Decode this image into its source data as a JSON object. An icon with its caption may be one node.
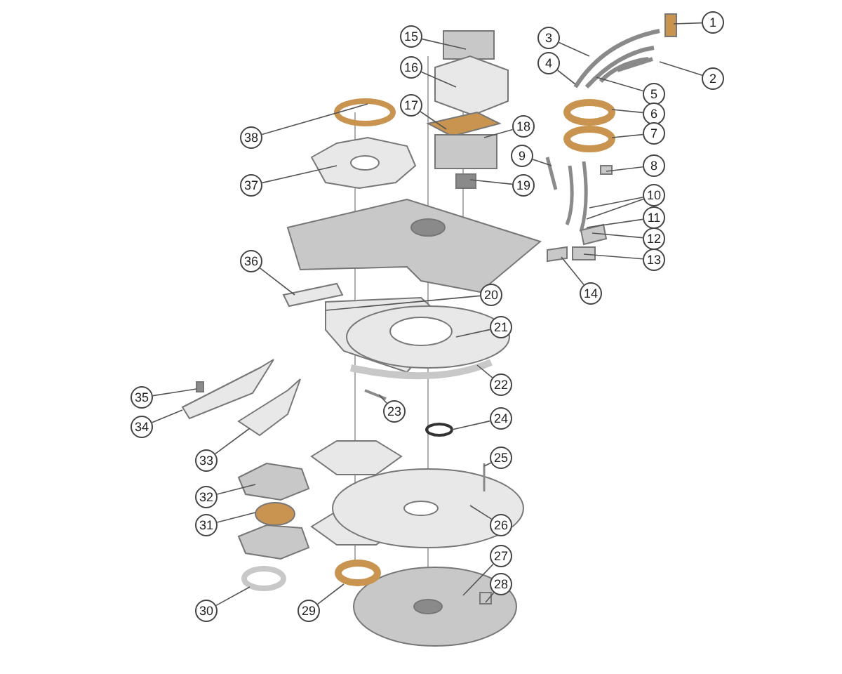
{
  "diagram": {
    "nodes": [
      {
        "text": [
          "1"
        ]
      },
      {
        "text": [
          "2"
        ]
      },
      {
        "text": [
          "3"
        ]
      },
      {
        "text": [
          "4"
        ]
      },
      {
        "text": [
          "5"
        ]
      },
      {
        "text": [
          "6"
        ]
      },
      {
        "text": [
          "7"
        ]
      },
      {
        "text": [
          "8"
        ]
      },
      {
        "text": [
          "9"
        ]
      },
      {
        "text": [
          "10"
        ]
      },
      {
        "text": [
          "11"
        ]
      },
      {
        "text": [
          "12"
        ]
      },
      {
        "text": [
          "13"
        ]
      },
      {
        "text": [
          "14"
        ]
      },
      {
        "text": [
          "15"
        ]
      },
      {
        "text": [
          "16"
        ]
      },
      {
        "text": [
          "17"
        ]
      },
      {
        "text": [
          "18"
        ]
      },
      {
        "text": [
          "19"
        ]
      },
      {
        "text": [
          "20"
        ]
      },
      {
        "text": [
          "21"
        ]
      },
      {
        "text": [
          "22"
        ]
      },
      {
        "text": [
          "23"
        ]
      },
      {
        "text": [
          "24"
        ]
      },
      {
        "text": [
          "25"
        ]
      },
      {
        "text": [
          "26"
        ]
      },
      {
        "text": [
          "27"
        ]
      },
      {
        "text": [
          "28"
        ]
      },
      {
        "text": [
          "29"
        ]
      },
      {
        "text": [
          "30"
        ]
      },
      {
        "text": [
          "31"
        ]
      },
      {
        "text": [
          "32"
        ]
      },
      {
        "text": [
          "33"
        ]
      },
      {
        "text": [
          "34"
        ]
      },
      {
        "text": [
          "35"
        ]
      },
      {
        "text": [
          "36"
        ]
      },
      {
        "text": [
          "37"
        ]
      },
      {
        "text": [
          "38"
        ]
      }
    ],
    "edges": [
      {
        "from": 0,
        "to": null,
        "arrow": "none"
      },
      {
        "from": 1,
        "to": null,
        "arrow": "none"
      },
      {
        "from": 2,
        "to": null,
        "arrow": "none"
      },
      {
        "from": 3,
        "to": null,
        "arrow": "none"
      },
      {
        "from": 4,
        "to": null,
        "arrow": "none"
      },
      {
        "from": 5,
        "to": null,
        "arrow": "none"
      },
      {
        "from": 6,
        "to": null,
        "arrow": "none"
      },
      {
        "from": 7,
        "to": null,
        "arrow": "none"
      },
      {
        "from": 8,
        "to": null,
        "arrow": "none"
      },
      {
        "from": 9,
        "to": null,
        "arrow": "none"
      },
      {
        "from": 9,
        "to": null,
        "arrow": "none"
      },
      {
        "from": 10,
        "to": null,
        "arrow": "none"
      },
      {
        "from": 11,
        "to": null,
        "arrow": "none"
      },
      {
        "from": 12,
        "to": null,
        "arrow": "none"
      },
      {
        "from": 13,
        "to": null,
        "arrow": "none"
      },
      {
        "from": 14,
        "to": null,
        "arrow": "none"
      },
      {
        "from": 15,
        "to": null,
        "arrow": "none"
      },
      {
        "from": 16,
        "to": null,
        "arrow": "none"
      },
      {
        "from": 17,
        "to": null,
        "arrow": "none"
      },
      {
        "from": 18,
        "to": null,
        "arrow": "none"
      },
      {
        "from": 19,
        "to": null,
        "arrow": "none"
      },
      {
        "from": 20,
        "to": null,
        "arrow": "none"
      },
      {
        "from": 21,
        "to": null,
        "arrow": "none"
      },
      {
        "from": 22,
        "to": null,
        "arrow": "none"
      },
      {
        "from": 23,
        "to": null,
        "arrow": "none"
      },
      {
        "from": 24,
        "to": null,
        "arrow": "none"
      },
      {
        "from": 25,
        "to": null,
        "arrow": "none"
      },
      {
        "from": 26,
        "to": null,
        "arrow": "none"
      },
      {
        "from": 27,
        "to": null,
        "arrow": "none"
      },
      {
        "from": 28,
        "to": null,
        "arrow": "none"
      },
      {
        "from": 29,
        "to": null,
        "arrow": "none"
      },
      {
        "from": 30,
        "to": null,
        "arrow": "none"
      },
      {
        "from": 31,
        "to": null,
        "arrow": "none"
      },
      {
        "from": 32,
        "to": null,
        "arrow": "none"
      },
      {
        "from": 33,
        "to": null,
        "arrow": "none"
      },
      {
        "from": 34,
        "to": null,
        "arrow": "none"
      },
      {
        "from": 35,
        "to": null,
        "arrow": "none"
      },
      {
        "from": 36,
        "to": null,
        "arrow": "none"
      },
      {
        "from": 37,
        "to": null,
        "arrow": "none"
      }
    ]
  }
}
